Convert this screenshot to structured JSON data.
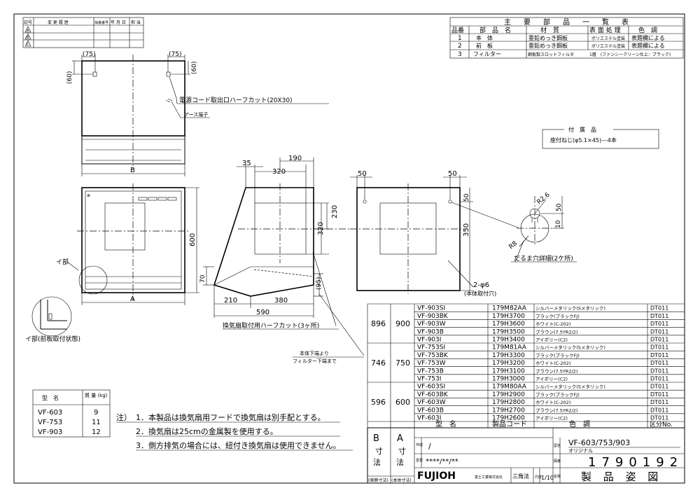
{
  "revision_table": {
    "headers": [
      "記号",
      "変 更 履 歴",
      "採番番号",
      "年 月 日",
      "担 当"
    ],
    "symbols": [
      "A",
      "B",
      "C"
    ]
  },
  "parts_table": {
    "title": "主　要　部　品　一　覧　表",
    "headers": [
      "品番",
      "部　品　名",
      "材　質",
      "表 面 処 理",
      "色　調"
    ],
    "rows": [
      {
        "no": "1",
        "name": "本　体",
        "material": "亜鉛めっき鋼板",
        "finish": "ポリエステル塗装",
        "color": "表題欄による"
      },
      {
        "no": "2",
        "name": "前　板",
        "material": "亜鉛めっき鋼板",
        "finish": "ポリエステル塗装",
        "color": "表題欄による"
      },
      {
        "no": "3",
        "name": "フィルター",
        "material": "鋼板製スロットフィルタ",
        "finish": "1層　(ファンシークリーン仕上：ブラック)",
        "color": ""
      }
    ]
  },
  "accessories": {
    "title": "付　属　品",
    "text": "座付ねじ(φ5.1×45)---4本"
  },
  "top_view": {
    "dims": [
      "(75)",
      "(75)",
      "(60)",
      "(60)"
    ],
    "label_B": "B",
    "cord_note": "電源コード取出口ハーフカット(20X30)",
    "earth_note": "アース端子"
  },
  "front_view": {
    "label_A": "A",
    "dim_600": "600",
    "detail_label": "イ部"
  },
  "detail_caption": "イ部(前板取付状態)",
  "side_view": {
    "dims": [
      "35",
      "190",
      "320",
      "230",
      "320",
      "70",
      "(95)",
      "210",
      "380",
      "590"
    ],
    "halfcut_note": "換気扇取付用ハーフカット(3ヶ所)",
    "filter_note_1": "本体下端より",
    "filter_note_2": "フィルター下端まで"
  },
  "back_view": {
    "dims": [
      "50",
      "50",
      "50",
      "350"
    ],
    "hole_note": "2-φ6",
    "hole_note_2": "(本体取付穴)"
  },
  "keyhole": {
    "dims": [
      "R2.6",
      "50",
      "10",
      "R8"
    ],
    "caption": "だるま穴詳細(2ケ所)"
  },
  "mass_table": {
    "headers": [
      "型　名",
      "質 量 (kg)"
    ],
    "rows": [
      {
        "model": "VF-603",
        "mass": "9"
      },
      {
        "model": "VF-753",
        "mass": "11"
      },
      {
        "model": "VF-903",
        "mass": "12"
      }
    ]
  },
  "notes": {
    "prefix": "注）",
    "items": [
      "1．本製品は換気扇用フードで換気扇は別手配とする。",
      "2．換気扇は25cmの金属製を使用する。",
      "3．側方排気の場合には、紐付き換気扇は使用できません。"
    ]
  },
  "model_table": {
    "groups": [
      {
        "b": "896",
        "a": "900",
        "rows": [
          {
            "model": "VF-903SI",
            "code": "179M82AA",
            "color": "シルバーメタリック(Sメタリック)",
            "div": "DT011"
          },
          {
            "model": "VF-903BK",
            "code": "179H3700",
            "color": "ブラック(ブラックFJ)",
            "div": "DT011"
          },
          {
            "model": "VF-903W",
            "code": "179H3600",
            "color": "ホワイト(C-202)",
            "div": "DT011"
          },
          {
            "model": "VF-903B",
            "code": "179H3500",
            "color": "ブラウン(7.5YR2/2)",
            "div": "DT011"
          },
          {
            "model": "VF-903I",
            "code": "179H3400",
            "color": "アイボリー(C2)",
            "div": "DT011"
          }
        ]
      },
      {
        "b": "746",
        "a": "750",
        "rows": [
          {
            "model": "VF-753SI",
            "code": "179M81AA",
            "color": "シルバーメタリック(Sメタリック)",
            "div": "DT011"
          },
          {
            "model": "VF-753BK",
            "code": "179H3300",
            "color": "ブラック(ブラックFJ)",
            "div": "DT011"
          },
          {
            "model": "VF-753W",
            "code": "179H3200",
            "color": "ホワイト(C-202)",
            "div": "DT011"
          },
          {
            "model": "VF-753B",
            "code": "179H3100",
            "color": "ブラウン(7.5YR2/2)",
            "div": "DT011"
          },
          {
            "model": "VF-753I",
            "code": "179H3000",
            "color": "アイボリー(C2)",
            "div": "DT011"
          }
        ]
      },
      {
        "b": "596",
        "a": "600",
        "rows": [
          {
            "model": "VF-603SI",
            "code": "179M80AA",
            "color": "シルバーメタリック(Sメタリック)",
            "div": "DT011"
          },
          {
            "model": "VF-603BK",
            "code": "179H2900",
            "color": "ブラック(ブラックFJ)",
            "div": "DT011"
          },
          {
            "model": "VF-603W",
            "code": "179H2800",
            "color": "ホワイト(C-202)",
            "div": "DT011"
          },
          {
            "model": "VF-603B",
            "code": "179H2700",
            "color": "ブラウン(7.5YR2/2)",
            "div": "DT011"
          },
          {
            "model": "VF-603I",
            "code": "179H2600",
            "color": "アイボリー(C2)",
            "div": "DT011"
          }
        ]
      }
    ],
    "footer": {
      "model": "型　名",
      "code": "製品コード",
      "color": "色　調",
      "div": "区分No."
    }
  },
  "title_block": {
    "b_label": "B",
    "b_sub": "寸",
    "b_sub2": "法",
    "b_note": "(扉側寸法)",
    "a_label": "A",
    "a_sub": "寸",
    "a_sub2": "法",
    "a_note": "(本体寸法)",
    "made_label": "作成",
    "made_value": "/",
    "changed_label": "変更",
    "changed_value": "****/**/**",
    "logo": "FUJIOH",
    "company": "富士工業株式会社",
    "projection": "三角法",
    "scale_label": "尺度",
    "scale_value": "1/10",
    "model_label": "型名",
    "model_value": "VF-603/753/903",
    "model_sub": "オリジナル",
    "drawing_no_label": "図番",
    "drawing_no": "1790192",
    "name_label": "名称",
    "drawing_name": "製 品 姿 図"
  }
}
